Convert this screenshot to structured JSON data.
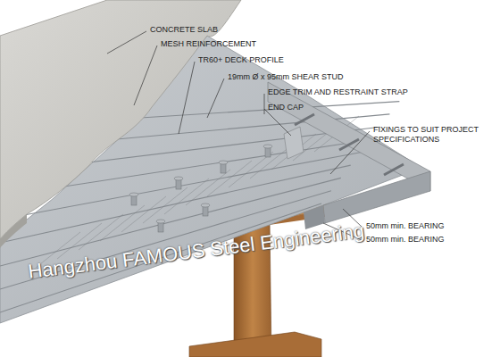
{
  "diagram": {
    "labels": [
      "CONCRETE SLAB",
      "MESH REINFORCEMENT",
      "TR60+ DECK PROFILE",
      "19mm Ø x 95mm SHEAR STUD",
      "EDGE TRIM AND RESTRAINT STRAP",
      "END CAP",
      "FIXINGS TO SUIT PROJECT SPECIFICATIONS",
      "50mm min. BEARING",
      "50mm min. BEARING",
      "Hangzhou FAMOUS Steel Engineering"
    ]
  }
}
